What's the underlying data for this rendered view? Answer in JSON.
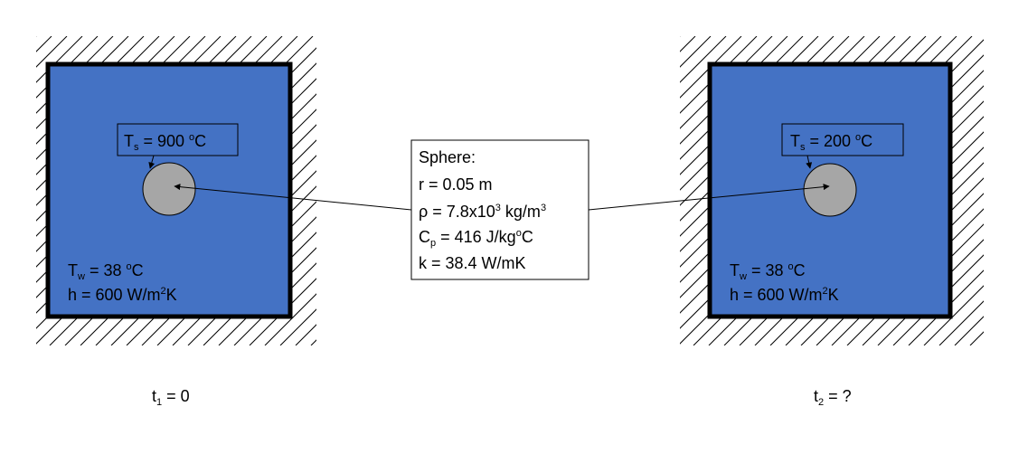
{
  "left_panel": {
    "ts": {
      "sym": "T",
      "sub": "s",
      "val": " = 900 ",
      "sup": "o",
      "unit": "C"
    },
    "tw": {
      "sym": "T",
      "sub": "w",
      "val": " = 38 ",
      "sup": "o",
      "unit": "C"
    },
    "h": {
      "pre": "h = 600 W/m",
      "sup": "2",
      "post": "K"
    },
    "time": {
      "sym": "t",
      "sub": "1",
      "rest": " = 0"
    }
  },
  "right_panel": {
    "ts": {
      "sym": "T",
      "sub": "s",
      "val": " = 200 ",
      "sup": "o",
      "unit": "C"
    },
    "tw": {
      "sym": "T",
      "sub": "w",
      "val": " = 38 ",
      "sup": "o",
      "unit": "C"
    },
    "h": {
      "pre": "h = 600 W/m",
      "sup": "2",
      "post": "K"
    },
    "time": {
      "sym": "t",
      "sub": "2",
      "rest": " = ?"
    }
  },
  "sphere_box": {
    "title": "Sphere:",
    "r": "r = 0.05 m",
    "rho": {
      "pre": "ρ = 7.8x10",
      "sup": "3",
      "mid": " kg/m",
      "sup2": "3"
    },
    "cp": {
      "sym": "C",
      "sub": "p",
      "mid": " = 416 J/kg",
      "sup": "o",
      "post": "C"
    },
    "k": "k = 38.4 W/mK"
  },
  "colors": {
    "chamber_fill": "#4472C4",
    "sphere_fill": "#A6A6A6",
    "border": "#000000"
  }
}
